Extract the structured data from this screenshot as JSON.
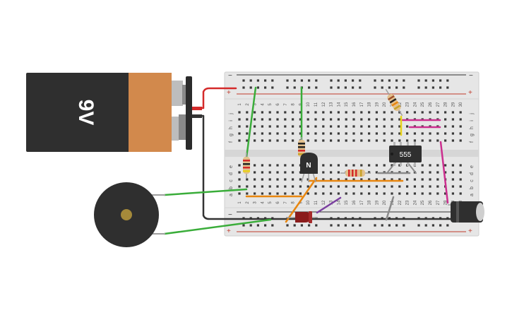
{
  "battery": {
    "label": "9V",
    "body_color": "#2f2f2f",
    "cap_color": "#d2894c"
  },
  "chip": {
    "label": "555"
  },
  "transistor": {
    "label": "N"
  },
  "breadboard": {
    "rail_minus": "−",
    "rail_plus": "+",
    "row_labels_top": [
      "j",
      "i",
      "h",
      "g",
      "f"
    ],
    "row_labels_bottom": [
      "e",
      "d",
      "c",
      "b",
      "a"
    ],
    "columns": [
      "1",
      "2",
      "3",
      "4",
      "5",
      "6",
      "7",
      "8",
      "9",
      "10",
      "11",
      "12",
      "13",
      "14",
      "15",
      "16",
      "17",
      "18",
      "19",
      "20",
      "21",
      "22",
      "23",
      "24",
      "25",
      "26",
      "27",
      "28",
      "29",
      "30"
    ]
  },
  "colors": {
    "wire_red": "#d42a2a",
    "wire_black": "#333333",
    "wire_green": "#3aad3a",
    "wire_orange": "#e8860f",
    "wire_purple": "#7b3fa0",
    "wire_magenta": "#cc2f8f",
    "wire_yellow": "#e8d21a",
    "wire_gray": "#8a8a8a",
    "rail_red": "#c0392b",
    "rail_blue": "#333333"
  }
}
